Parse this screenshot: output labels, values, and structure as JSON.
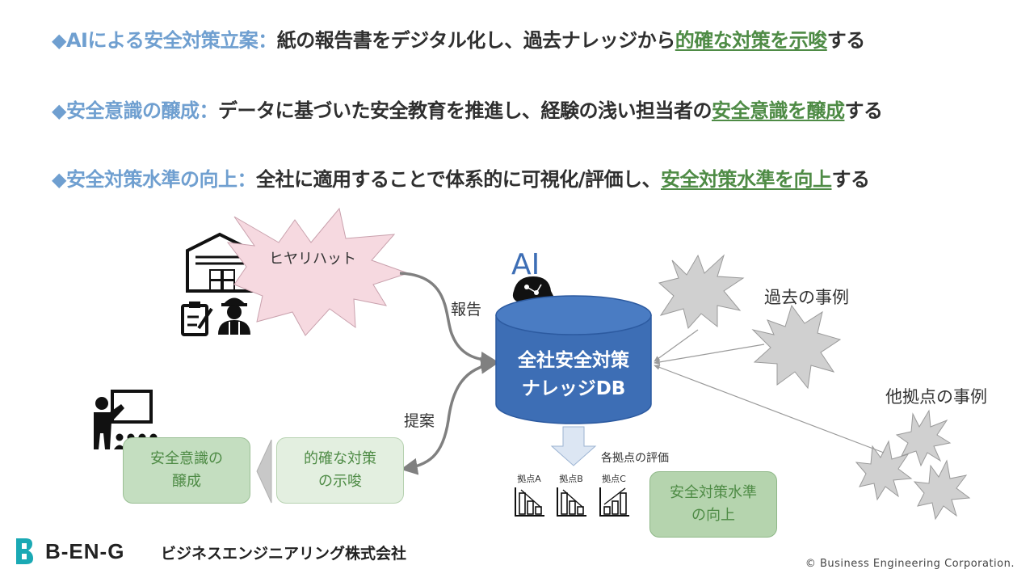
{
  "bullets": [
    {
      "lead": "◆AIによる安全対策立案：",
      "text": "紙の報告書をデジタル化し、過去ナレッジから",
      "highlight": "的確な対策を示唆",
      "tail": "する"
    },
    {
      "lead": "◆安全意識の醸成：",
      "text": "データに基づいた安全教育を推進し、経験の浅い担当者の",
      "highlight": "安全意識を醸成",
      "tail": "する"
    },
    {
      "lead": "◆安全対策水準の向上：",
      "text": "全社に適用することで体系的に可視化/評価し、",
      "highlight": "安全対策水準を向上",
      "tail": "する"
    }
  ],
  "diagram": {
    "near_miss": "ヒヤリハット",
    "report": "報告",
    "ai": "AI",
    "db_line1": "全社安全対策",
    "db_line2": "ナレッジDB",
    "past_cases": "過去の事例",
    "other_sites_cases": "他拠点の事例",
    "proposal": "提案",
    "eval_label": "各拠点の評価",
    "sites": [
      "拠点A",
      "拠点B",
      "拠点C"
    ],
    "box_culture": [
      "安全意識の",
      "醸成"
    ],
    "box_suggestion": [
      "的確な対策",
      "の示唆"
    ],
    "box_level": [
      "安全対策水準",
      "の向上"
    ]
  },
  "colors": {
    "lead_blue": "#6f9fd0",
    "highlight_green": "#4e8b45",
    "db_blue": "#3d6eb5",
    "burst_pink": "#f6d9e0",
    "burst_gray": "#d0d0d0",
    "logo_teal": "#1aa9b4"
  },
  "footer": {
    "logo_text": "B-EN-G",
    "company": "ビジネスエンジニアリング株式会社",
    "copyright": "© Business Engineering Corporation."
  }
}
